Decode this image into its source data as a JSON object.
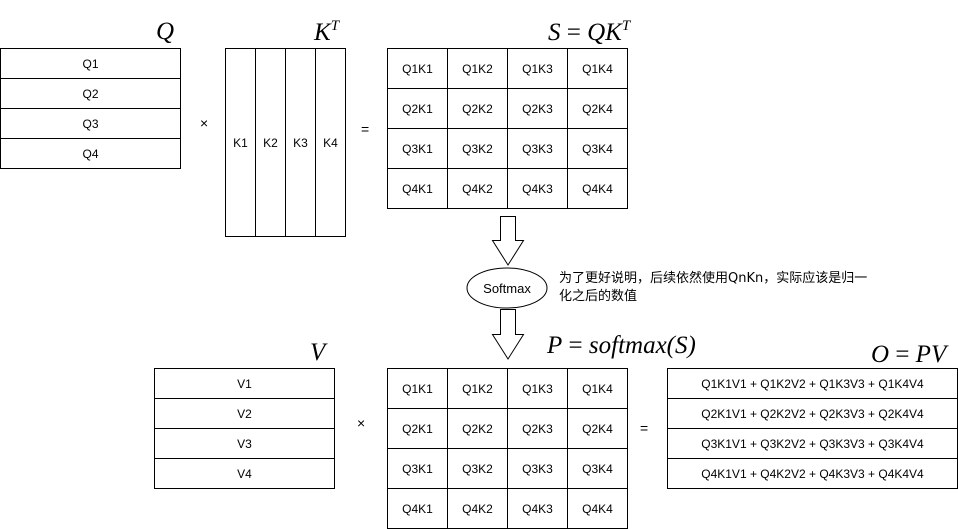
{
  "labels": {
    "q_label": "Q",
    "kt_base": "K",
    "kt_sup": "T",
    "s_label_left": "S",
    "s_label_eq": " = ",
    "s_label_right": "QK",
    "s_label_sup": "T",
    "v_label": "V",
    "p_label_left": "P",
    "p_label_eq": " = ",
    "p_label_right": "softmax(S)",
    "o_label_left": "O",
    "o_label_eq": " = ",
    "o_label_right": "PV"
  },
  "operators": {
    "times_top": "×",
    "equals_top": "=",
    "times_bottom": "×",
    "equals_bottom": "="
  },
  "q_rows": [
    "Q1",
    "Q2",
    "Q3",
    "Q4"
  ],
  "k_cols": [
    "K1",
    "K2",
    "K3",
    "K4"
  ],
  "s_matrix": [
    [
      "Q1K1",
      "Q1K2",
      "Q1K3",
      "Q1K4"
    ],
    [
      "Q2K1",
      "Q2K2",
      "Q2K3",
      "Q2K4"
    ],
    [
      "Q3K1",
      "Q3K2",
      "Q3K3",
      "Q3K4"
    ],
    [
      "Q4K1",
      "Q4K2",
      "Q4K3",
      "Q4K4"
    ]
  ],
  "softmax": {
    "label": "Softmax",
    "note_line1": "为了更好说明，后续依然使用QnKn，实际应该是归一",
    "note_line2": "化之后的数值"
  },
  "v_rows": [
    "V1",
    "V2",
    "V3",
    "V4"
  ],
  "p_matrix": [
    [
      "Q1K1",
      "Q1K2",
      "Q1K3",
      "Q1K4"
    ],
    [
      "Q2K1",
      "Q2K2",
      "Q2K3",
      "Q2K4"
    ],
    [
      "Q3K1",
      "Q3K2",
      "Q3K3",
      "Q3K4"
    ],
    [
      "Q4K1",
      "Q4K2",
      "Q4K3",
      "Q4K4"
    ]
  ],
  "o_rows": [
    "Q1K1V1 + Q1K2V2 + Q1K3V3 + Q1K4V4",
    "Q2K1V1 + Q2K2V2 + Q2K3V3 + Q2K4V4",
    "Q3K1V1 + Q3K2V2 + Q3K3V3 + Q3K4V4",
    "Q4K1V1 + Q4K2V2 + Q4K3V3 + Q4K4V4"
  ],
  "colors": {
    "stroke": "#000000",
    "background": "#ffffff"
  }
}
